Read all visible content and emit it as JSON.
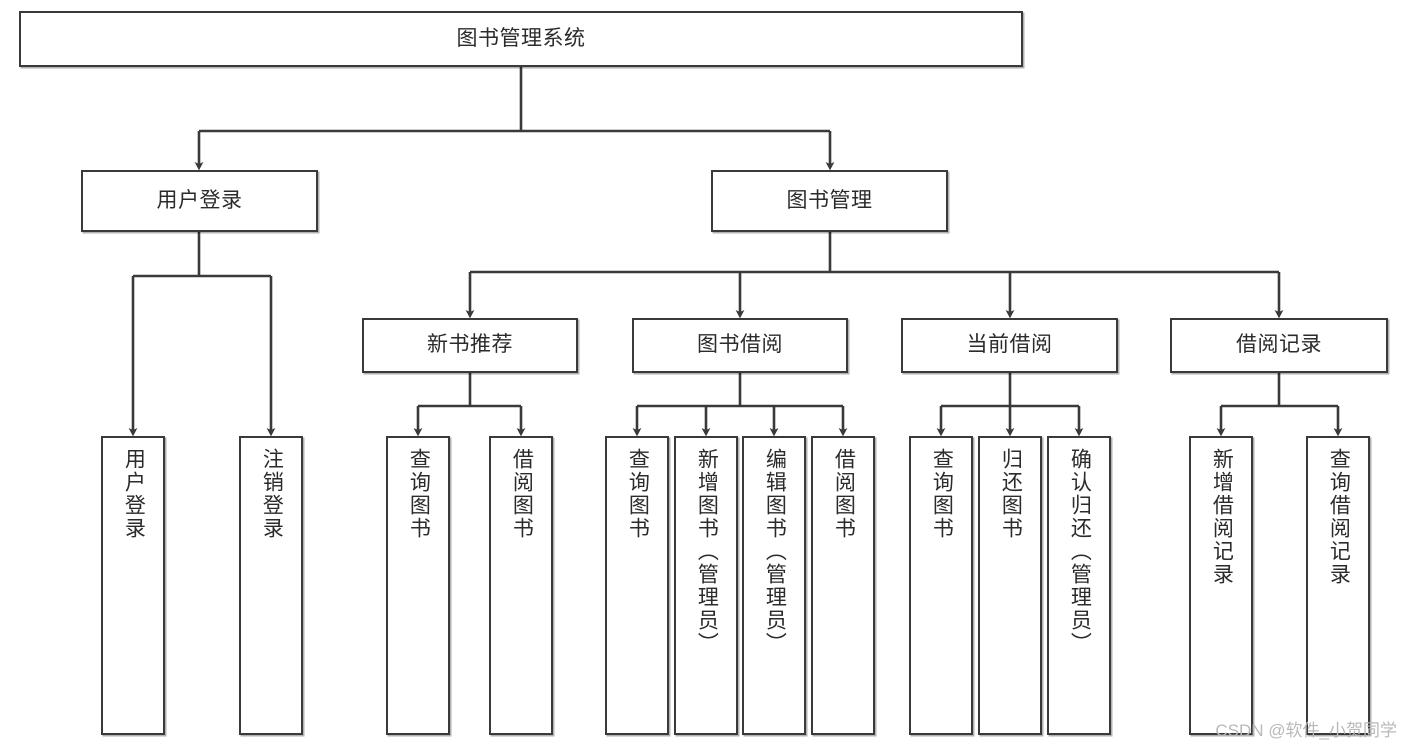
{
  "diagram": {
    "title": "图书管理系统",
    "type": "tree-hierarchy-chart",
    "watermark": "CSDN @软件_小贺同学",
    "colors": {
      "box_border": "#3a3a3a",
      "box_fill": "#ffffff",
      "text": "#2b2b2b",
      "connector": "#3a3a3a",
      "watermark": "#b9b9b9"
    },
    "levels": {
      "level1": [
        {
          "id": "root",
          "label": "图书管理系统"
        }
      ],
      "level2": [
        {
          "id": "user-login",
          "label": "用户登录"
        },
        {
          "id": "book-manage",
          "label": "图书管理"
        }
      ],
      "level3": [
        {
          "id": "new-book-rec",
          "label": "新书推荐"
        },
        {
          "id": "book-borrow",
          "label": "图书借阅"
        },
        {
          "id": "current-borrow",
          "label": "当前借阅"
        },
        {
          "id": "borrow-record",
          "label": "借阅记录"
        }
      ],
      "level4": [
        {
          "id": "leaf-user-login",
          "label": "用户登录",
          "parent": "user-login"
        },
        {
          "id": "leaf-logout",
          "label": "注销登录",
          "parent": "user-login"
        },
        {
          "id": "leaf-query-book-1",
          "label": "查询图书",
          "parent": "new-book-rec"
        },
        {
          "id": "leaf-borrow-book-1",
          "label": "借阅图书",
          "parent": "new-book-rec"
        },
        {
          "id": "leaf-query-book-2",
          "label": "查询图书",
          "parent": "book-borrow"
        },
        {
          "id": "leaf-add-book",
          "label": "新增图书（管理员）",
          "parent": "book-borrow"
        },
        {
          "id": "leaf-edit-book",
          "label": "编辑图书（管理员）",
          "parent": "book-borrow"
        },
        {
          "id": "leaf-borrow-book-2",
          "label": "借阅图书",
          "parent": "book-borrow"
        },
        {
          "id": "leaf-query-book-3",
          "label": "查询图书",
          "parent": "current-borrow"
        },
        {
          "id": "leaf-return-book",
          "label": "归还图书",
          "parent": "current-borrow"
        },
        {
          "id": "leaf-confirm-return",
          "label": "确认归还（管理员）",
          "parent": "current-borrow"
        },
        {
          "id": "leaf-add-record",
          "label": "新增借阅记录",
          "parent": "borrow-record"
        },
        {
          "id": "leaf-query-record",
          "label": "查询借阅记录",
          "parent": "borrow-record"
        }
      ]
    }
  }
}
